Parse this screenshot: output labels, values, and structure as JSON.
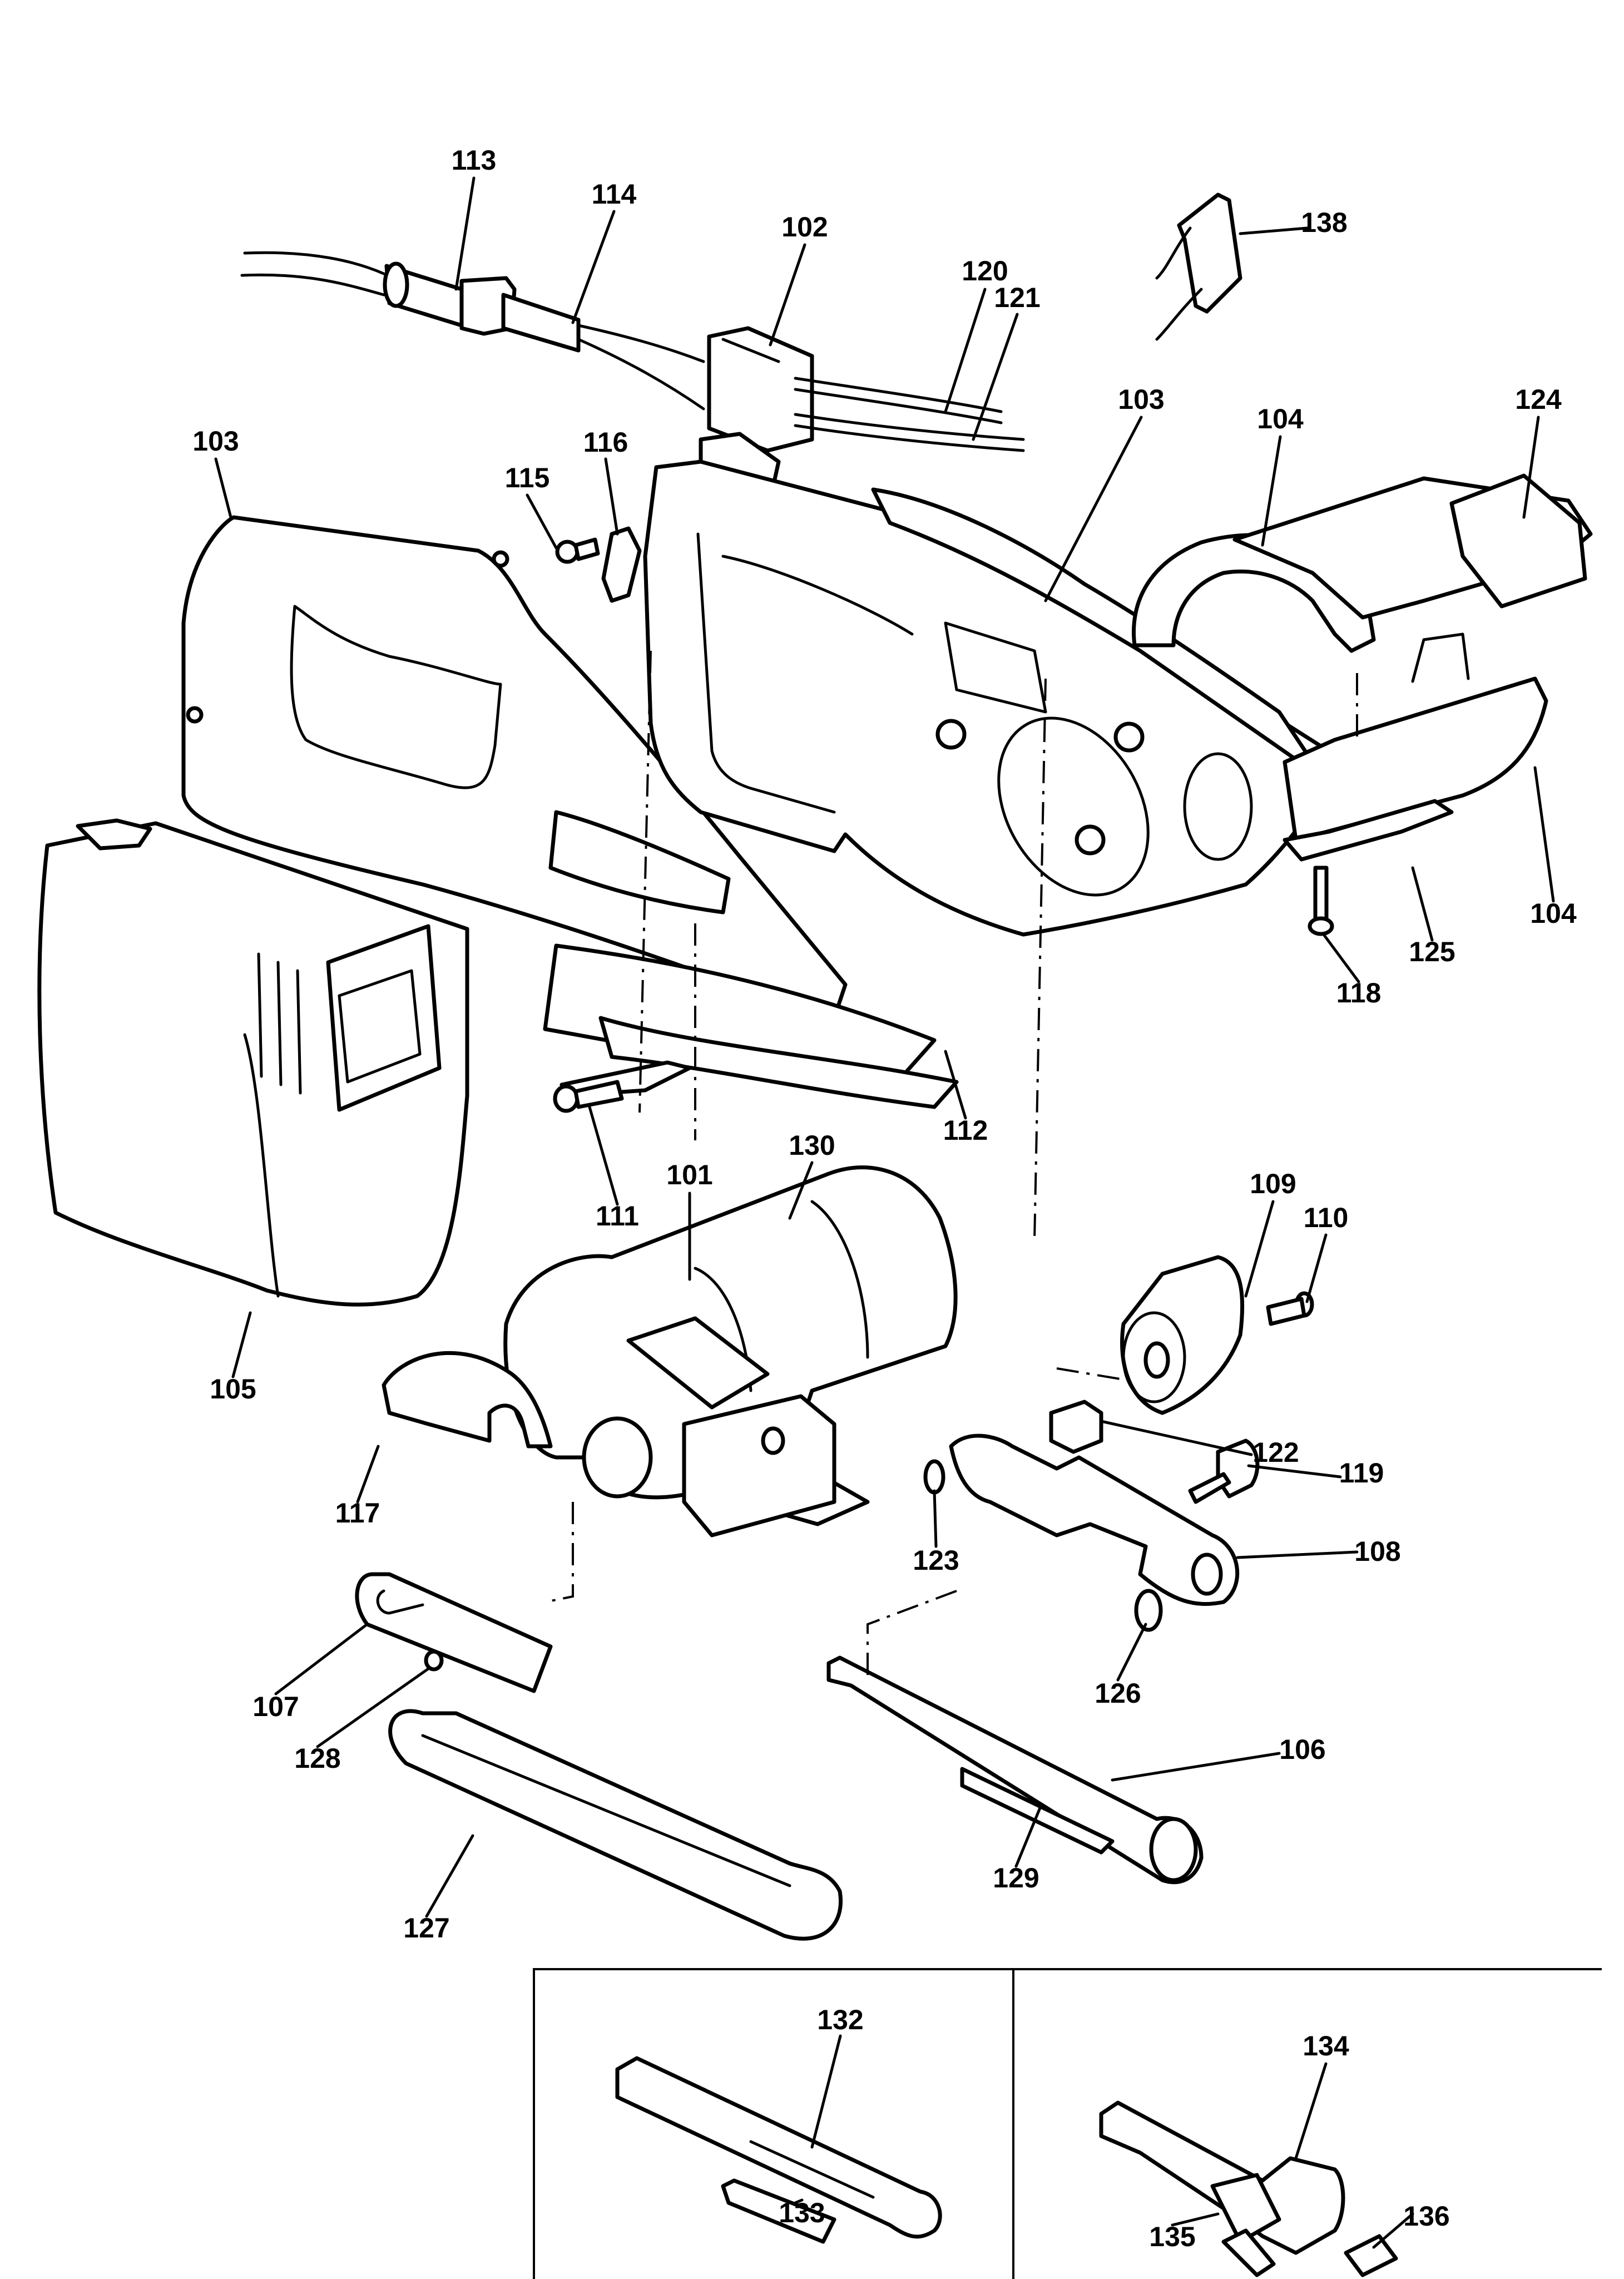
{
  "title": "Belt Sander Exploded Parts Diagram",
  "colors": {
    "ink": "#000000",
    "paper": "#ffffff"
  },
  "parts": [
    {
      "id": "101",
      "label": "101",
      "name": "motor"
    },
    {
      "id": "102",
      "label": "102",
      "name": "switch"
    },
    {
      "id": "103a",
      "label": "103",
      "name": "housing-left"
    },
    {
      "id": "103b",
      "label": "103",
      "name": "housing-right"
    },
    {
      "id": "104a",
      "label": "104",
      "name": "handle-top"
    },
    {
      "id": "104b",
      "label": "104",
      "name": "handle-bottom"
    },
    {
      "id": "105",
      "label": "105",
      "name": "dust-bag"
    },
    {
      "id": "106",
      "label": "106",
      "name": "platen-frame"
    },
    {
      "id": "107",
      "label": "107",
      "name": "side-plate"
    },
    {
      "id": "108",
      "label": "108",
      "name": "tension-arm"
    },
    {
      "id": "109",
      "label": "109",
      "name": "end-cap"
    },
    {
      "id": "110",
      "label": "110",
      "name": "screw-end-cap"
    },
    {
      "id": "111",
      "label": "111",
      "name": "screw-housing"
    },
    {
      "id": "112",
      "label": "112",
      "name": "base-plate"
    },
    {
      "id": "113",
      "label": "113",
      "name": "cord-guard"
    },
    {
      "id": "114",
      "label": "114",
      "name": "power-cord"
    },
    {
      "id": "115",
      "label": "115",
      "name": "screw-clamp"
    },
    {
      "id": "116",
      "label": "116",
      "name": "cord-clamp"
    },
    {
      "id": "117",
      "label": "117",
      "name": "belt-guard"
    },
    {
      "id": "118",
      "label": "118",
      "name": "screw-handle"
    },
    {
      "id": "119",
      "label": "119",
      "name": "tracking-knob"
    },
    {
      "id": "120",
      "label": "120",
      "name": "wire-lead-1"
    },
    {
      "id": "121",
      "label": "121",
      "name": "wire-lead-2"
    },
    {
      "id": "122",
      "label": "122",
      "name": "brush"
    },
    {
      "id": "123",
      "label": "123",
      "name": "spring-small"
    },
    {
      "id": "124",
      "label": "124",
      "name": "handle-cover"
    },
    {
      "id": "125",
      "label": "125",
      "name": "handle-insert"
    },
    {
      "id": "126",
      "label": "126",
      "name": "tension-spring"
    },
    {
      "id": "127",
      "label": "127",
      "name": "sanding-belt"
    },
    {
      "id": "128",
      "label": "128",
      "name": "screw-side-plate"
    },
    {
      "id": "129",
      "label": "129",
      "name": "platen-pad"
    },
    {
      "id": "130",
      "label": "130",
      "name": "brush-holder"
    },
    {
      "id": "132",
      "label": "132",
      "name": "alt-platen-frame"
    },
    {
      "id": "133",
      "label": "133",
      "name": "alt-platen-pad"
    },
    {
      "id": "134",
      "label": "134",
      "name": "alt-platen-frame-2"
    },
    {
      "id": "135",
      "label": "135",
      "name": "alt-pad-2"
    },
    {
      "id": "136",
      "label": "136",
      "name": "alt-pad-3"
    },
    {
      "id": "138",
      "label": "138",
      "name": "capacitor"
    }
  ]
}
